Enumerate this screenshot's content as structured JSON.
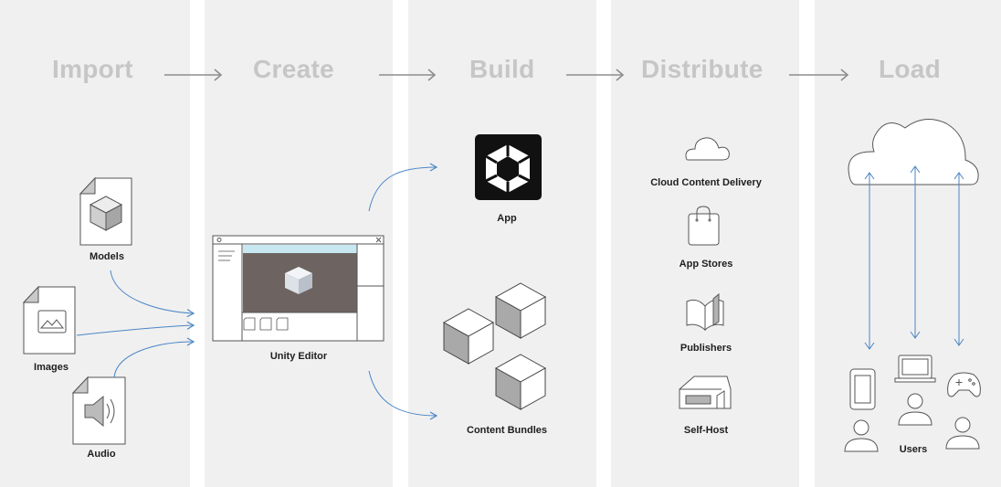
{
  "stages": [
    "Import",
    "Create",
    "Build",
    "Distribute",
    "Load"
  ],
  "import": {
    "models": "Models",
    "images": "Images",
    "audio": "Audio"
  },
  "create": {
    "editor": "Unity Editor"
  },
  "build": {
    "app": "App",
    "bundles": "Content Bundles"
  },
  "distribute": {
    "cloud": "Cloud Content Delivery",
    "stores": "App Stores",
    "publishers": "Publishers",
    "selfhost": "Self-Host"
  },
  "load": {
    "users": "Users"
  },
  "colors": {
    "column": "#f0f0f0",
    "stage_title": "#c6c6c6",
    "arrow": "#4a86c5",
    "line": "#333333",
    "cube_dark": "#8a8a8a",
    "cube_light": "#dcdcdc"
  }
}
